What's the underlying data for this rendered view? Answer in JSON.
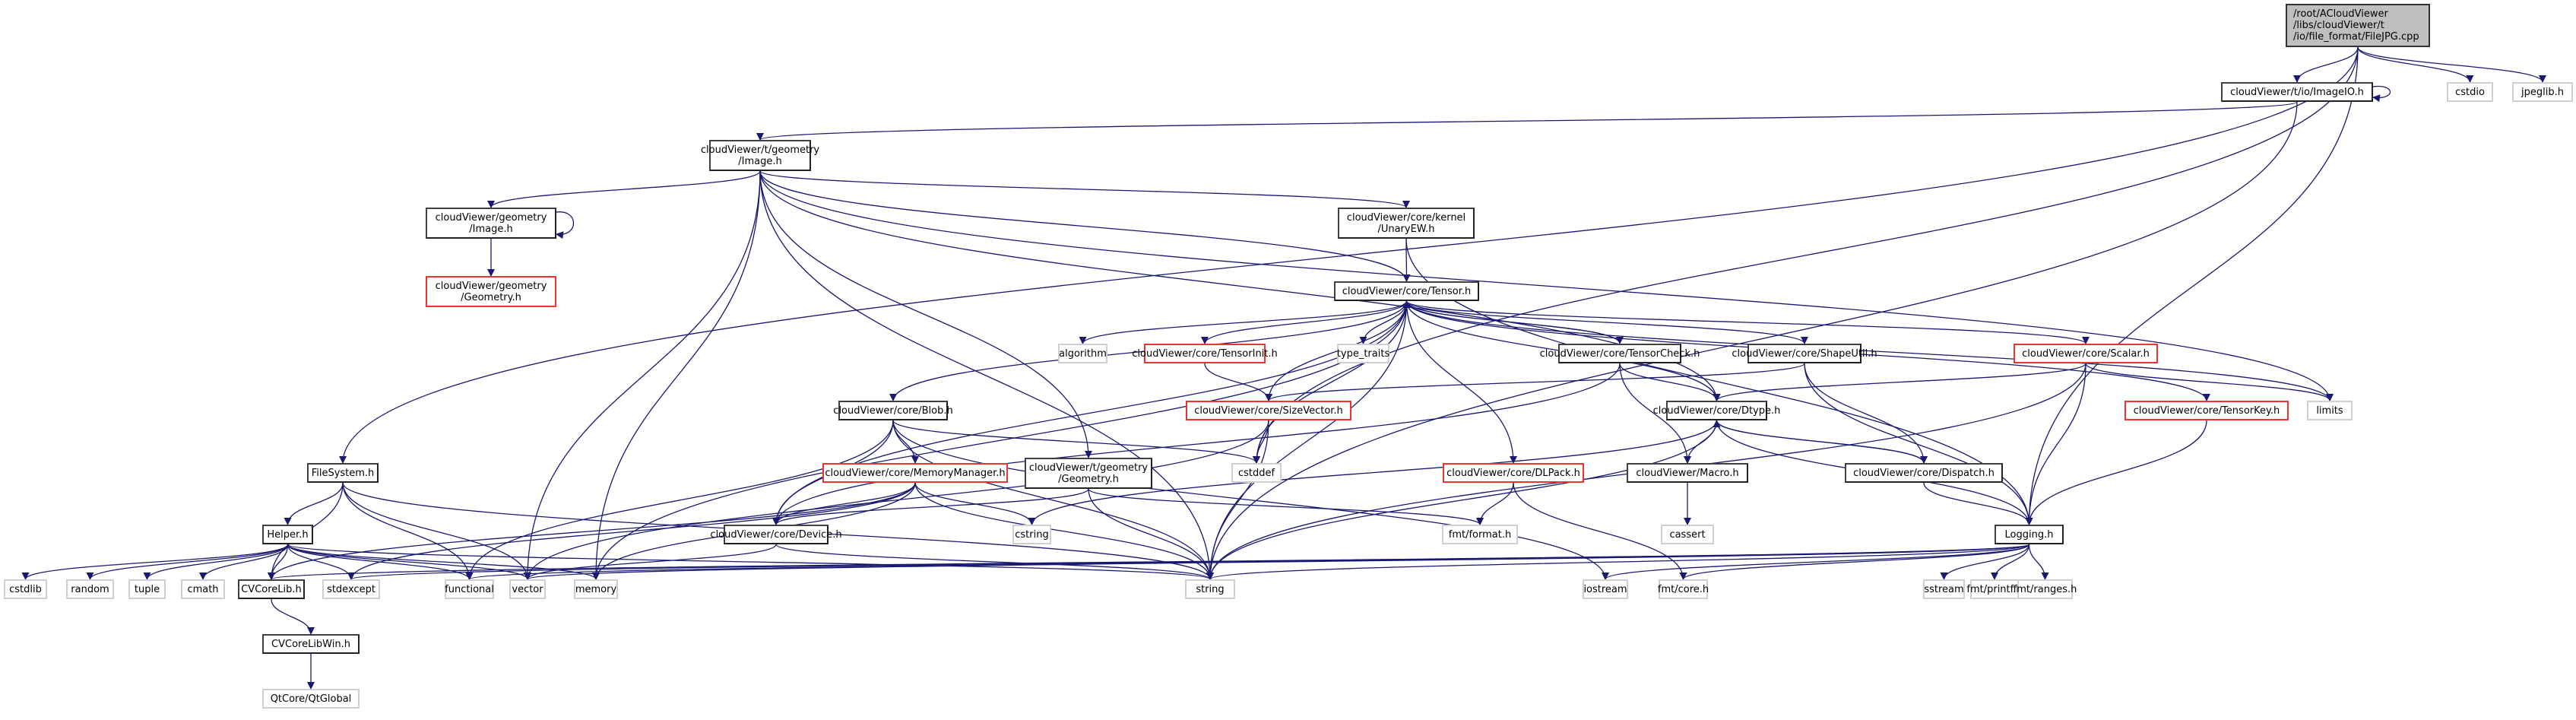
{
  "title": "Include dependency graph for FileJPG.cpp",
  "colors": {
    "edge": "#191970",
    "documented_border": "#404040",
    "external_border": "#cfcfcf",
    "undocumented_border": "#ee3333",
    "root_fill": "#bfbfbf"
  },
  "nodes": [
    {
      "id": "root",
      "label": "/root/ACloudViewer\n/libs/cloudViewer/t\n/io/file_format/FileJPG.cpp",
      "kind": "root"
    },
    {
      "id": "imageio",
      "label": "cloudViewer/t/io/ImageIO.h",
      "kind": "doc"
    },
    {
      "id": "cstdio",
      "label": "cstdio",
      "kind": "ext"
    },
    {
      "id": "jpeglib",
      "label": "jpeglib.h",
      "kind": "ext"
    },
    {
      "id": "timage",
      "label": "cloudViewer/t/geometry\n/Image.h",
      "kind": "doc"
    },
    {
      "id": "gimage",
      "label": "cloudViewer/geometry\n/Image.h",
      "kind": "doc"
    },
    {
      "id": "ggeometry",
      "label": "cloudViewer/geometry\n/Geometry.h",
      "kind": "red"
    },
    {
      "id": "unaryew",
      "label": "cloudViewer/core/kernel\n/UnaryEW.h",
      "kind": "doc"
    },
    {
      "id": "tensor",
      "label": "cloudViewer/core/Tensor.h",
      "kind": "doc"
    },
    {
      "id": "algorithm",
      "label": "algorithm",
      "kind": "ext"
    },
    {
      "id": "tensorinit",
      "label": "cloudViewer/core/TensorInit.h",
      "kind": "red"
    },
    {
      "id": "type_traits",
      "label": "type_traits",
      "kind": "ext"
    },
    {
      "id": "tensorcheck",
      "label": "cloudViewer/core/TensorCheck.h",
      "kind": "doc"
    },
    {
      "id": "shapeutil",
      "label": "cloudViewer/core/ShapeUtil.h",
      "kind": "doc"
    },
    {
      "id": "scalar",
      "label": "cloudViewer/core/Scalar.h",
      "kind": "red"
    },
    {
      "id": "tensorkey",
      "label": "cloudViewer/core/TensorKey.h",
      "kind": "red"
    },
    {
      "id": "limits",
      "label": "limits",
      "kind": "ext"
    },
    {
      "id": "blob",
      "label": "cloudViewer/core/Blob.h",
      "kind": "doc"
    },
    {
      "id": "sizevector",
      "label": "cloudViewer/core/SizeVector.h",
      "kind": "red"
    },
    {
      "id": "dtype",
      "label": "cloudViewer/core/Dtype.h",
      "kind": "doc"
    },
    {
      "id": "memmgr",
      "label": "cloudViewer/core/MemoryManager.h",
      "kind": "red"
    },
    {
      "id": "tgeometry",
      "label": "cloudViewer/t/geometry\n/Geometry.h",
      "kind": "doc"
    },
    {
      "id": "cstddef",
      "label": "cstddef",
      "kind": "ext"
    },
    {
      "id": "dlpack",
      "label": "cloudViewer/core/DLPack.h",
      "kind": "red"
    },
    {
      "id": "macro",
      "label": "cloudViewer/Macro.h",
      "kind": "doc"
    },
    {
      "id": "dispatch",
      "label": "cloudViewer/core/Dispatch.h",
      "kind": "doc"
    },
    {
      "id": "filesystem",
      "label": "FileSystem.h",
      "kind": "doc"
    },
    {
      "id": "device",
      "label": "cloudViewer/core/Device.h",
      "kind": "doc"
    },
    {
      "id": "cstring",
      "label": "cstring",
      "kind": "ext"
    },
    {
      "id": "fmtformat",
      "label": "fmt/format.h",
      "kind": "ext"
    },
    {
      "id": "cassert",
      "label": "cassert",
      "kind": "ext"
    },
    {
      "id": "logging",
      "label": "Logging.h",
      "kind": "doc"
    },
    {
      "id": "helper",
      "label": "Helper.h",
      "kind": "doc"
    },
    {
      "id": "cstdlib",
      "label": "cstdlib",
      "kind": "ext"
    },
    {
      "id": "random",
      "label": "random",
      "kind": "ext"
    },
    {
      "id": "tuple",
      "label": "tuple",
      "kind": "ext"
    },
    {
      "id": "cmath",
      "label": "cmath",
      "kind": "ext"
    },
    {
      "id": "cvcorelib",
      "label": "CVCoreLib.h",
      "kind": "doc"
    },
    {
      "id": "stdexcept",
      "label": "stdexcept",
      "kind": "ext"
    },
    {
      "id": "functional",
      "label": "functional",
      "kind": "ext"
    },
    {
      "id": "vector",
      "label": "vector",
      "kind": "ext"
    },
    {
      "id": "memory",
      "label": "memory",
      "kind": "ext"
    },
    {
      "id": "string",
      "label": "string",
      "kind": "ext"
    },
    {
      "id": "iostream",
      "label": "iostream",
      "kind": "ext"
    },
    {
      "id": "fmtcore",
      "label": "fmt/core.h",
      "kind": "ext"
    },
    {
      "id": "sstream",
      "label": "sstream",
      "kind": "ext"
    },
    {
      "id": "fmtprintf",
      "label": "fmt/printf.h",
      "kind": "ext"
    },
    {
      "id": "fmtranges",
      "label": "fmt/ranges.h",
      "kind": "ext"
    },
    {
      "id": "cvcorelibwin",
      "label": "CVCoreLibWin.h",
      "kind": "doc"
    },
    {
      "id": "qtglobal",
      "label": "QtCore/QtGlobal",
      "kind": "ext"
    }
  ],
  "edges": [
    [
      "root",
      "imageio"
    ],
    [
      "root",
      "cstdio"
    ],
    [
      "root",
      "jpeglib"
    ],
    [
      "root",
      "filesystem"
    ],
    [
      "root",
      "logging"
    ],
    [
      "root",
      "cstddef"
    ],
    [
      "imageio",
      "imageio"
    ],
    [
      "imageio",
      "timage"
    ],
    [
      "imageio",
      "string"
    ],
    [
      "timage",
      "gimage"
    ],
    [
      "timage",
      "unaryew"
    ],
    [
      "timage",
      "tensor"
    ],
    [
      "timage",
      "tgeometry"
    ],
    [
      "timage",
      "dtype"
    ],
    [
      "timage",
      "limits"
    ],
    [
      "timage",
      "vector"
    ],
    [
      "timage",
      "memory"
    ],
    [
      "timage",
      "string"
    ],
    [
      "gimage",
      "gimage"
    ],
    [
      "gimage",
      "ggeometry"
    ],
    [
      "unaryew",
      "tensor"
    ],
    [
      "unaryew",
      "logging"
    ],
    [
      "tensor",
      "algorithm"
    ],
    [
      "tensor",
      "tensorinit"
    ],
    [
      "tensor",
      "type_traits"
    ],
    [
      "tensor",
      "tensorcheck"
    ],
    [
      "tensor",
      "shapeutil"
    ],
    [
      "tensor",
      "scalar"
    ],
    [
      "tensor",
      "tensorkey"
    ],
    [
      "tensor",
      "blob"
    ],
    [
      "tensor",
      "sizevector"
    ],
    [
      "tensor",
      "dtype"
    ],
    [
      "tensor",
      "dlpack"
    ],
    [
      "tensor",
      "device"
    ],
    [
      "tensor",
      "cstddef"
    ],
    [
      "tensor",
      "memory"
    ],
    [
      "tensor",
      "string"
    ],
    [
      "tensor",
      "limits"
    ],
    [
      "tensorinit",
      "sizevector"
    ],
    [
      "tensorcheck",
      "tensor"
    ],
    [
      "tensorcheck",
      "dtype"
    ],
    [
      "tensorcheck",
      "macro"
    ],
    [
      "tensorcheck",
      "device"
    ],
    [
      "shapeutil",
      "sizevector"
    ],
    [
      "shapeutil",
      "dispatch"
    ],
    [
      "shapeutil",
      "logging"
    ],
    [
      "scalar",
      "dtype"
    ],
    [
      "scalar",
      "logging"
    ],
    [
      "scalar",
      "limits"
    ],
    [
      "scalar",
      "string"
    ],
    [
      "tensorkey",
      "logging"
    ],
    [
      "blob",
      "memmgr"
    ],
    [
      "blob",
      "device"
    ],
    [
      "blob",
      "cstddef"
    ],
    [
      "blob",
      "functional"
    ],
    [
      "blob",
      "string"
    ],
    [
      "blob",
      "iostream"
    ],
    [
      "sizevector",
      "cstddef"
    ],
    [
      "sizevector",
      "string"
    ],
    [
      "sizevector",
      "vector"
    ],
    [
      "dtype",
      "macro"
    ],
    [
      "dtype",
      "dispatch"
    ],
    [
      "dtype",
      "logging"
    ],
    [
      "dtype",
      "cstring"
    ],
    [
      "dtype",
      "string"
    ],
    [
      "dispatch",
      "dtype"
    ],
    [
      "dispatch",
      "logging"
    ],
    [
      "memmgr",
      "device"
    ],
    [
      "memmgr",
      "cstring"
    ],
    [
      "memmgr",
      "string"
    ],
    [
      "memmgr",
      "memory"
    ],
    [
      "memmgr",
      "stdexcept"
    ],
    [
      "memmgr",
      "cvcorelib"
    ],
    [
      "tgeometry",
      "device"
    ],
    [
      "tgeometry",
      "string"
    ],
    [
      "tgeometry",
      "fmtformat"
    ],
    [
      "dlpack",
      "fmtformat"
    ],
    [
      "dlpack",
      "fmtcore"
    ],
    [
      "macro",
      "cassert"
    ],
    [
      "device",
      "string"
    ],
    [
      "device",
      "vector"
    ],
    [
      "filesystem",
      "helper"
    ],
    [
      "filesystem",
      "cvcorelib"
    ],
    [
      "filesystem",
      "functional"
    ],
    [
      "filesystem",
      "string"
    ],
    [
      "filesystem",
      "vector"
    ],
    [
      "helper",
      "cstdlib"
    ],
    [
      "helper",
      "random"
    ],
    [
      "helper",
      "tuple"
    ],
    [
      "helper",
      "cmath"
    ],
    [
      "helper",
      "cvcorelib"
    ],
    [
      "helper",
      "stdexcept"
    ],
    [
      "helper",
      "functional"
    ],
    [
      "helper",
      "vector"
    ],
    [
      "helper",
      "memory"
    ],
    [
      "helper",
      "string"
    ],
    [
      "logging",
      "string"
    ],
    [
      "logging",
      "iostream"
    ],
    [
      "logging",
      "fmtcore"
    ],
    [
      "logging",
      "sstream"
    ],
    [
      "logging",
      "fmtprintf"
    ],
    [
      "logging",
      "fmtranges"
    ],
    [
      "logging",
      "cvcorelib"
    ],
    [
      "logging",
      "functional"
    ],
    [
      "logging",
      "stdexcept"
    ],
    [
      "logging",
      "vector"
    ],
    [
      "cvcorelib",
      "cvcorelibwin"
    ],
    [
      "cvcorelibwin",
      "qtglobal"
    ]
  ]
}
